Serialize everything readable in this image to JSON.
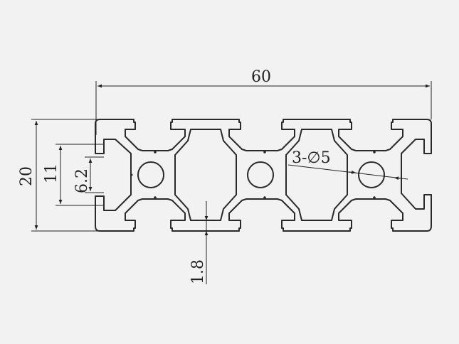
{
  "drawing": {
    "title": "2060 aluminum extrusion profile cross-section",
    "background": "#f2f2f2",
    "line_color": "#2a2a2a",
    "units": "mm"
  },
  "dimensions": {
    "width": {
      "label": "60",
      "value": 60
    },
    "height": {
      "label": "20",
      "value": 20
    },
    "slot_depth": {
      "label": "11",
      "value": 11
    },
    "slot_opening": {
      "label": "6.2",
      "value": 6.2
    },
    "wall_thickness": {
      "label": "1.8",
      "value": 1.8
    },
    "holes": {
      "label": "3-∅5",
      "count": 3,
      "diameter": 5
    }
  }
}
